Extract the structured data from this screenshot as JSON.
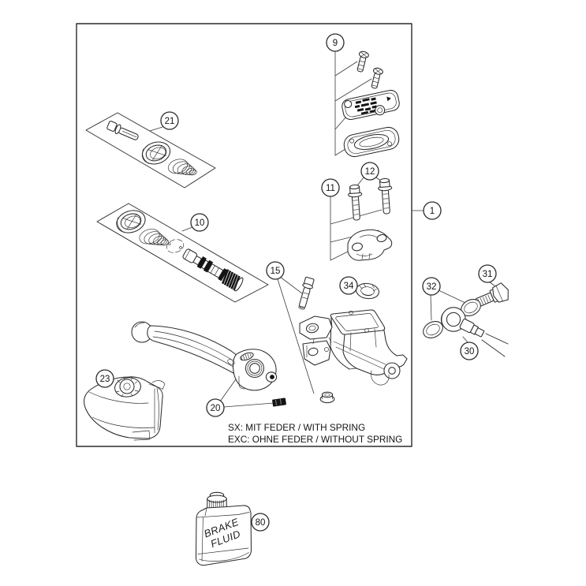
{
  "diagram": {
    "type": "exploded-parts-diagram",
    "subject": "front-brake-master-cylinder",
    "colors": {
      "background": "#ffffff",
      "line": "#2b2b2b",
      "dark_fill": "#141414"
    },
    "notes": {
      "line1": "SX: MIT FEDER / WITH SPRING",
      "line2": "EXC: OHNE FEDER / WITHOUT SPRING"
    },
    "bottle": {
      "line1": "BRAKE",
      "line2": "FLUID"
    },
    "callouts": {
      "c1": "1",
      "c9": "9",
      "c10": "10",
      "c11": "11",
      "c12": "12",
      "c15": "15",
      "c20": "20",
      "c21": "21",
      "c23": "23",
      "c30": "30",
      "c31": "31",
      "c32": "32",
      "c34": "34",
      "c80": "80"
    }
  }
}
